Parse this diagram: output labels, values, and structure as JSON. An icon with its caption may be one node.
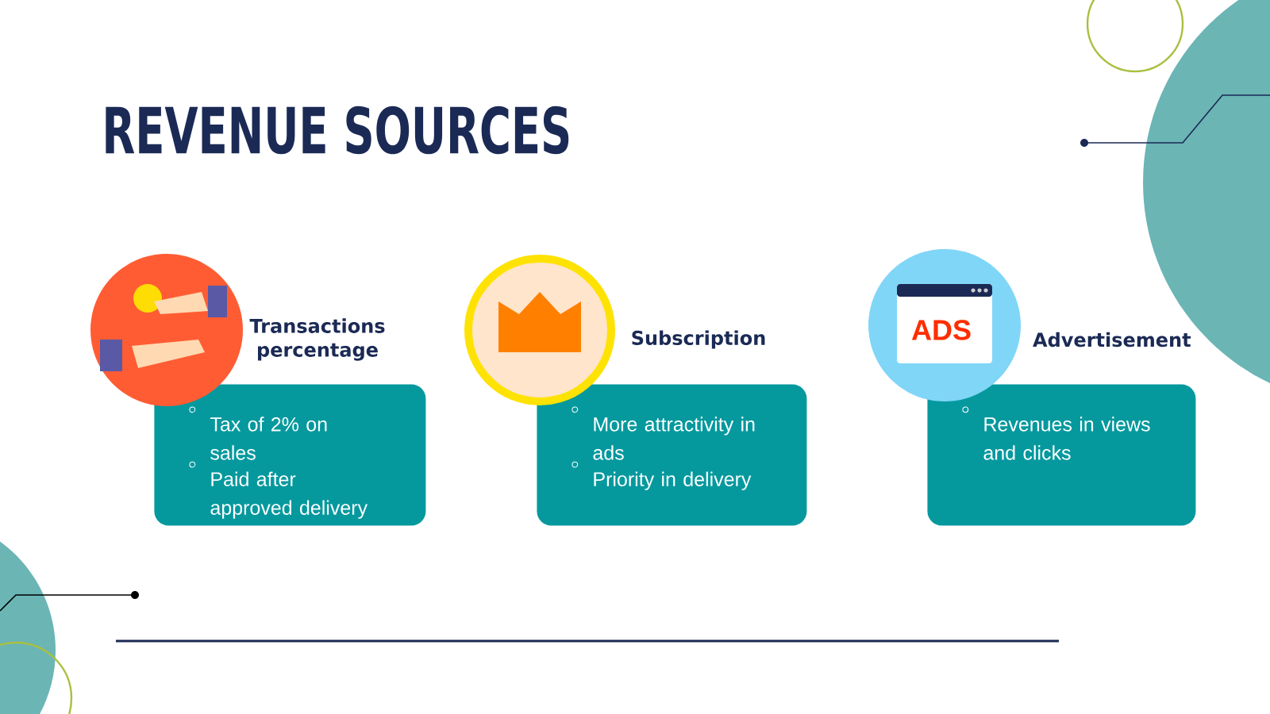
{
  "diagram": {
    "title": "REVENUE SOURCES",
    "nodes": [
      {
        "text": [
          "Transactions percentage",
          "Tax of 2% on sales",
          "Paid after approved delivery"
        ]
      },
      {
        "text": [
          "Subscription",
          "More attractivity in ads",
          "Priority in delivery"
        ]
      },
      {
        "text": [
          "Advertisement",
          "Revenues in views and clicks"
        ]
      }
    ],
    "labels": [
      "ADS"
    ]
  }
}
